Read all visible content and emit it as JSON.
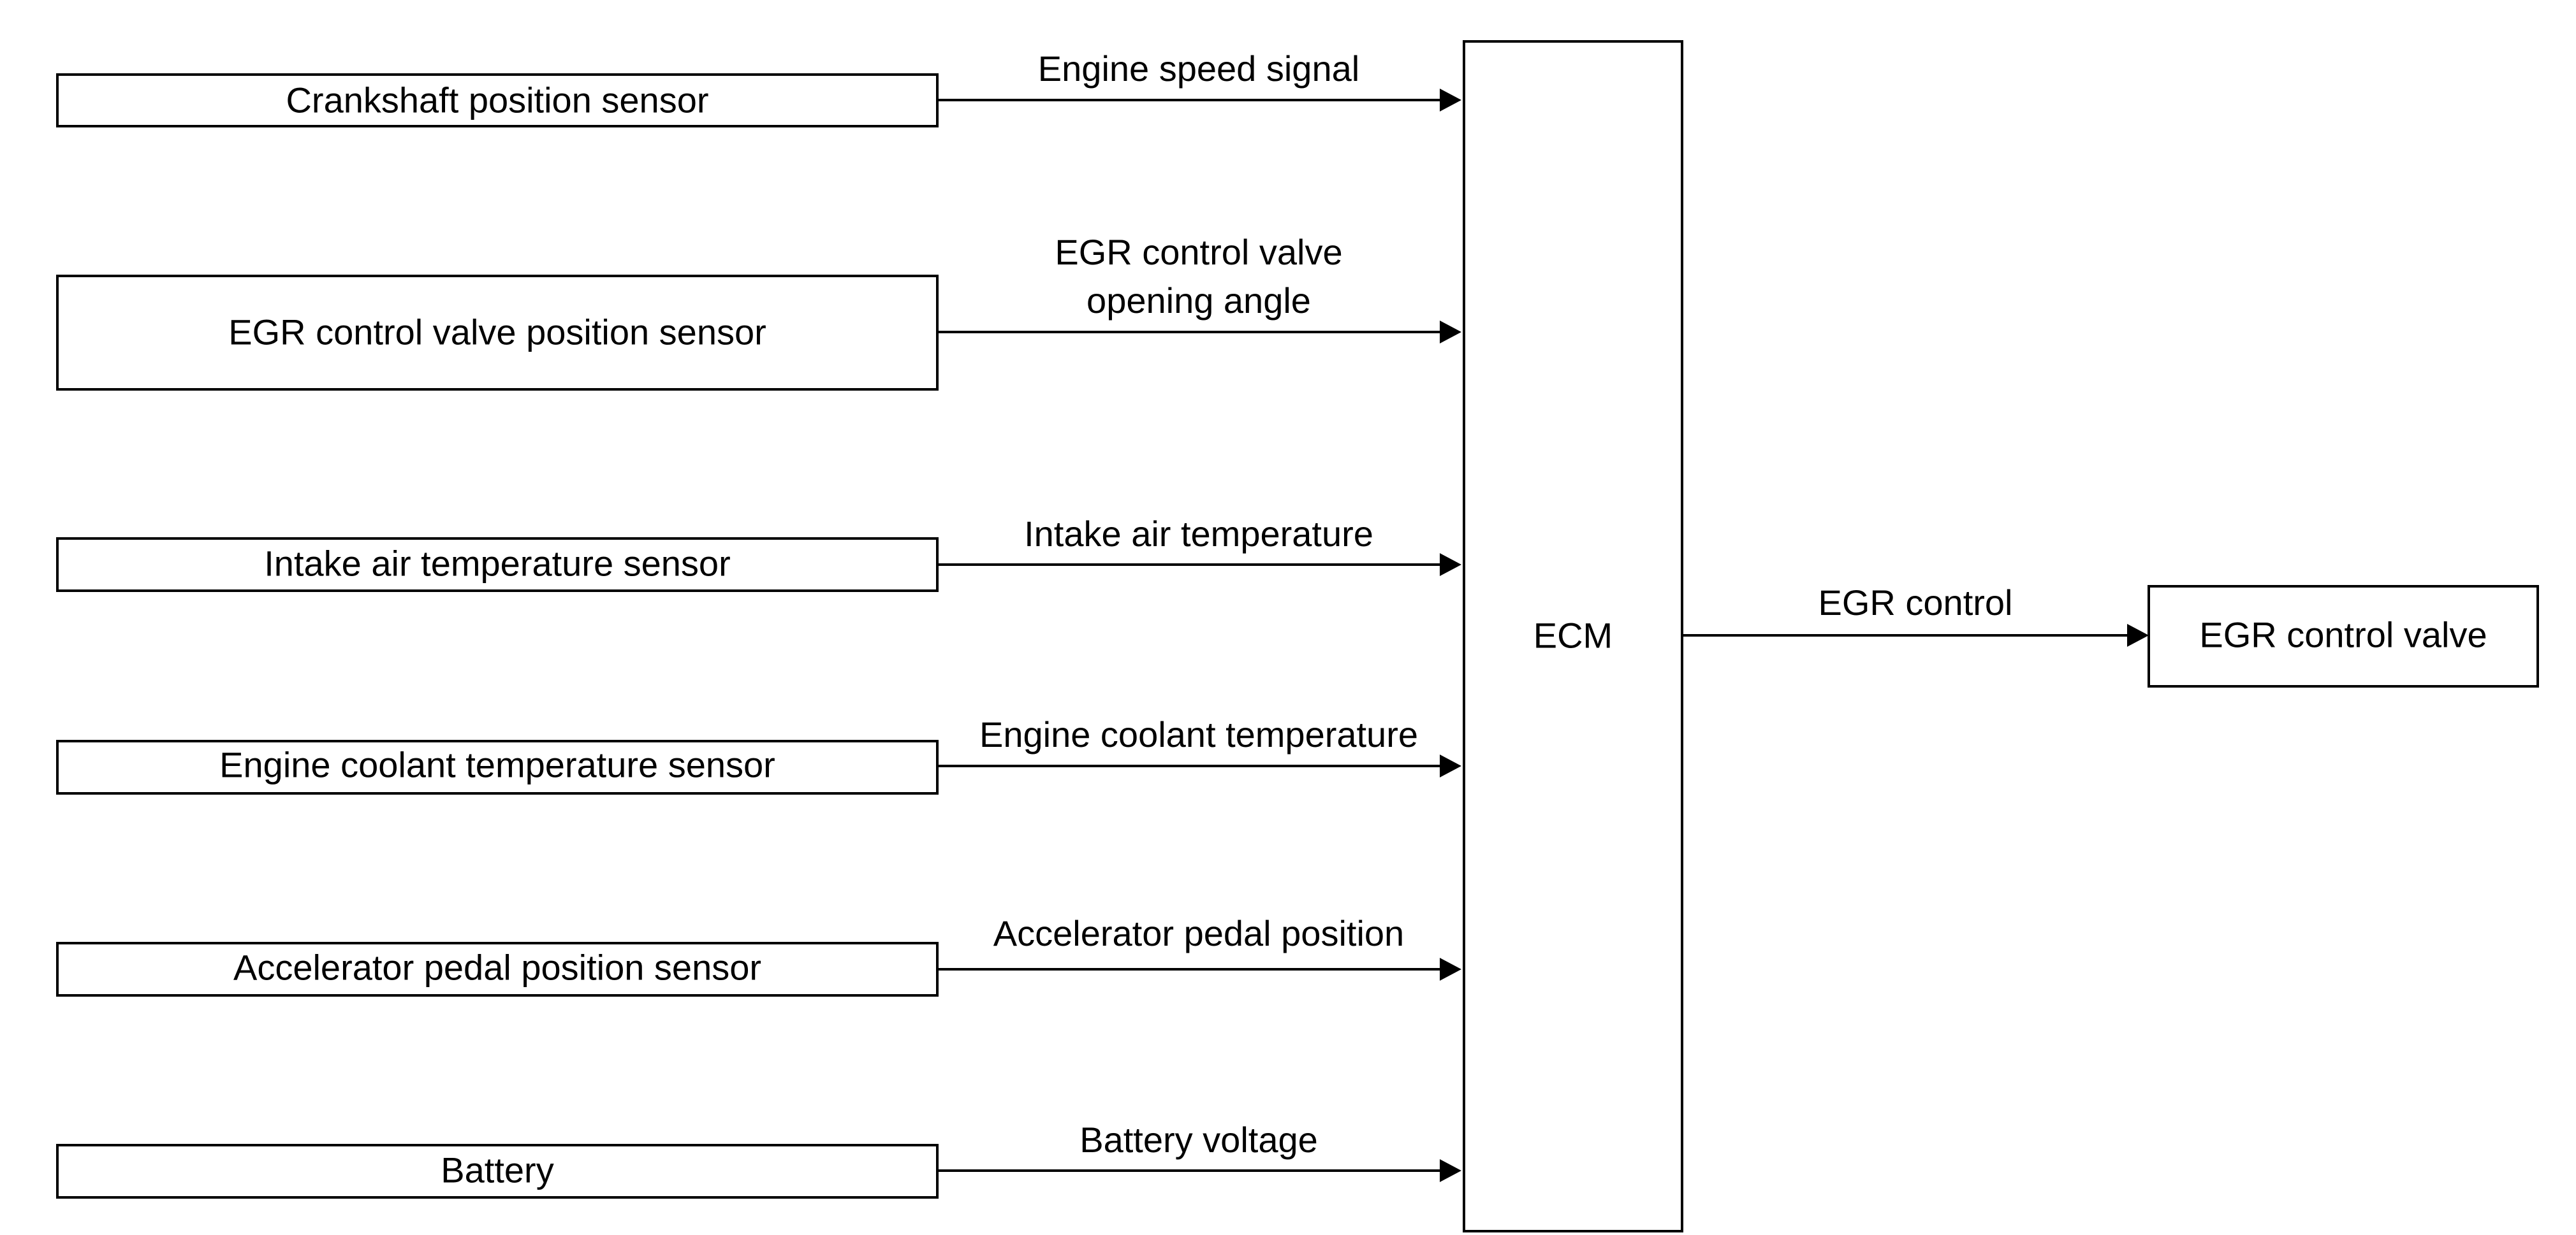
{
  "diagram": {
    "inputs": [
      {
        "sensor_label": "Crankshaft position sensor",
        "signal_label": "Engine speed signal"
      },
      {
        "sensor_label": "EGR control valve position sensor",
        "signal_label_line1": "EGR control valve",
        "signal_label_line2": "opening angle"
      },
      {
        "sensor_label": "Intake air temperature sensor",
        "signal_label": "Intake air temperature"
      },
      {
        "sensor_label": "Engine coolant temperature sensor",
        "signal_label": "Engine coolant temperature"
      },
      {
        "sensor_label": "Accelerator pedal position sensor",
        "signal_label": "Accelerator pedal position"
      },
      {
        "sensor_label": "Battery",
        "signal_label": "Battery voltage"
      }
    ],
    "controller": {
      "label": "ECM"
    },
    "output": {
      "signal_label": "EGR control",
      "actuator_label": "EGR control valve"
    }
  }
}
